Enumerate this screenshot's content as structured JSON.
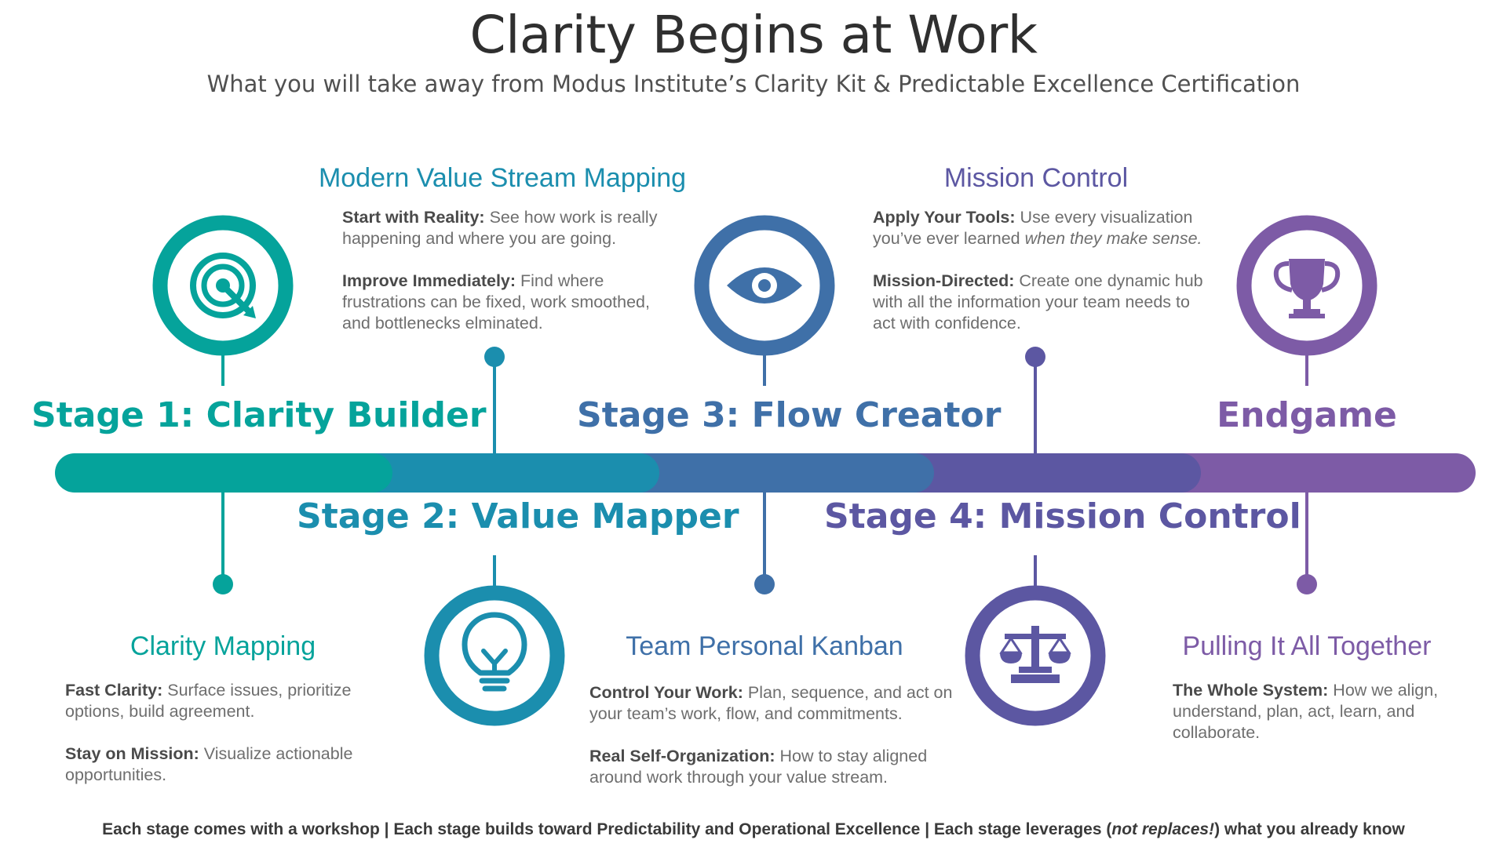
{
  "title": "Clarity Begins at Work",
  "subtitle": "What you will take away from Modus Institute’s Clarity Kit & Predictable Excellence Certification",
  "colors": {
    "stage1": "#05a39b",
    "stage2": "#1b8eae",
    "stage3": "#3f70a8",
    "stage4": "#5c57a2",
    "endgame": "#7d5ba6"
  },
  "stages": [
    {
      "label": "Stage 1: Clarity Builder",
      "icon": "target-icon"
    },
    {
      "label": "Stage 2: Value Mapper",
      "icon": "lightbulb-icon"
    },
    {
      "label": "Stage 3: Flow Creator",
      "icon": "eye-icon"
    },
    {
      "label": "Stage 4: Mission Control",
      "icon": "scales-icon"
    },
    {
      "label": "Endgame",
      "icon": "trophy-icon"
    }
  ],
  "sections": {
    "clarity_mapping": {
      "title": "Clarity Mapping",
      "p1_bold": "Fast Clarity:",
      "p1_text": " Surface issues, prioritize options, build agreement.",
      "p2_bold": "Stay on Mission:",
      "p2_text": "  Visualize actionable opportunities."
    },
    "vsm": {
      "title": "Modern Value Stream Mapping",
      "p1_bold": "Start with Reality:",
      "p1_text": " See how work is really happening and where you are going.",
      "p2_bold": "Improve Immediately:",
      "p2_text": " Find where frustrations can be fixed, work smoothed, and bottlenecks elminated."
    },
    "kanban": {
      "title": "Team Personal Kanban",
      "p1_bold": "Control Your Work:",
      "p1_text": " Plan, sequence, and act on your team’s work, flow, and commitments.",
      "p2_bold": "Real Self-Organization:",
      "p2_text": " How to stay aligned around work through your value stream."
    },
    "mission": {
      "title": "Mission Control",
      "p1_bold": "Apply Your Tools:",
      "p1_text": " Use every visualization you’ve ever learned ",
      "p1_italic": "when they make sense.",
      "p2_bold": "Mission-Directed:",
      "p2_text": " Create one dynamic hub with all the information your team needs to act with confidence."
    },
    "together": {
      "title": "Pulling It All Together",
      "p1_bold": "The Whole System:",
      "p1_text": " How we align, understand, plan, act, learn, and collaborate."
    }
  },
  "footer": {
    "part1": "Each stage comes with a workshop | Each stage builds toward Predictability and Operational Excellence | Each stage leverages (",
    "italic": "not replaces!",
    "part2": ") what you already know"
  }
}
